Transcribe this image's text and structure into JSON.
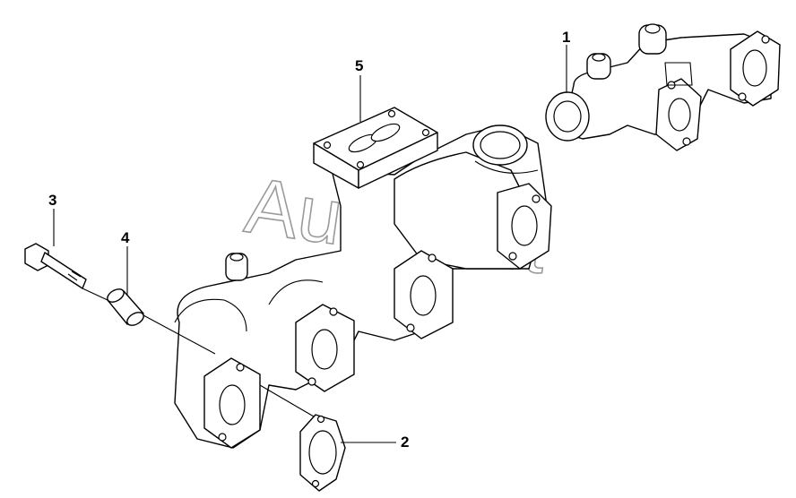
{
  "callouts": [
    {
      "id": "1",
      "label": "1"
    },
    {
      "id": "2",
      "label": "2"
    },
    {
      "id": "3",
      "label": "3"
    },
    {
      "id": "4",
      "label": "4"
    },
    {
      "id": "5",
      "label": "5"
    }
  ],
  "watermark": {
    "text": "AutoSoft"
  }
}
